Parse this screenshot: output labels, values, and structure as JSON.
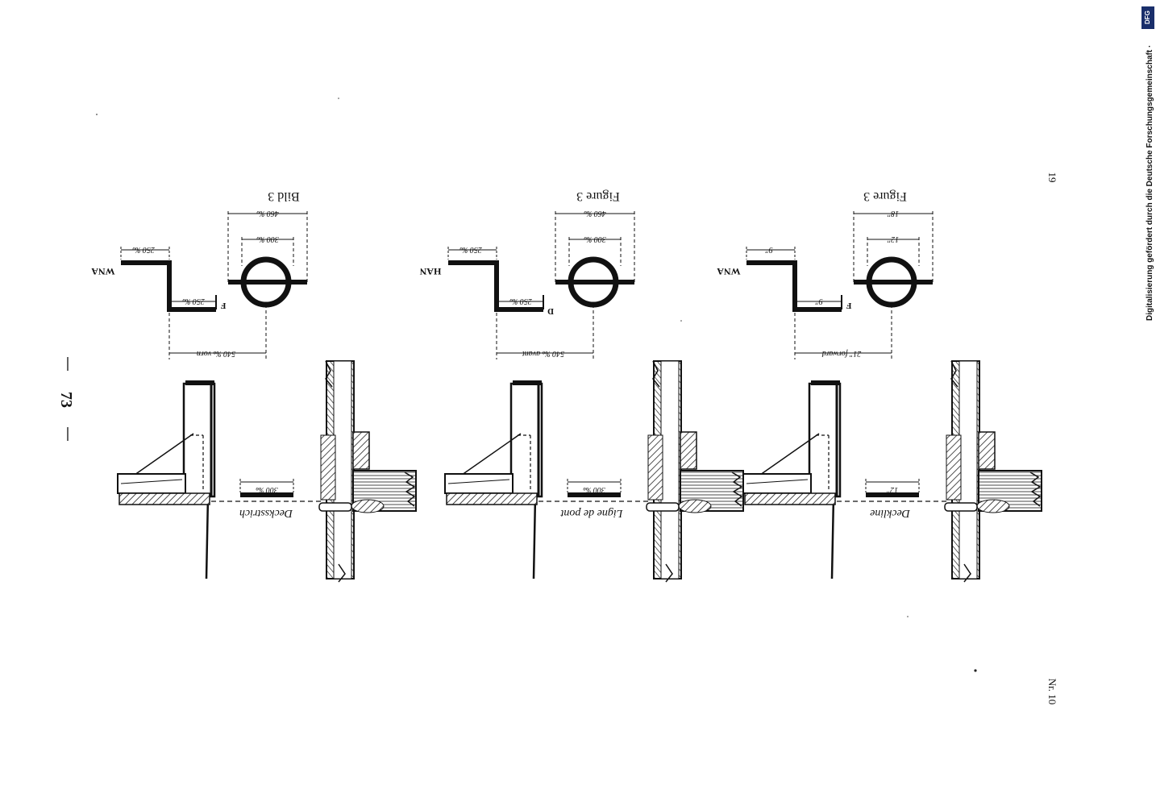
{
  "page": {
    "page_number": "73",
    "sheet_number": "19",
    "document_number": "Nr. 10"
  },
  "credit": {
    "text": "Digitalisierung gefördert durch die Deutsche Forschungsgemeinschaft ·",
    "logo_text": "DFG"
  },
  "figures": [
    {
      "caption": "Bild 3",
      "deck_line_label": "Decksstrich",
      "deck_line_width": "300 ‰",
      "ring_outer_dim": "460 ‰",
      "ring_inner_dim": "300 ‰",
      "step_top_dim": "250 ‰",
      "step_bottom_dim": "250 ‰",
      "forward_dim": "540 ‰ vorn",
      "letters_top": "WNA",
      "letter_bottom": "F"
    },
    {
      "caption": "Figure 3",
      "deck_line_label": "Ligne de pont",
      "deck_line_width": "300 ‰",
      "ring_outer_dim": "460 ‰",
      "ring_inner_dim": "300 ‰",
      "step_top_dim": "250 ‰",
      "step_bottom_dim": "250 ‰",
      "forward_dim": "540 ‰ avant",
      "letters_top": "HAN",
      "letter_bottom": "D"
    },
    {
      "caption": "Figure 3",
      "deck_line_label": "Deckline",
      "deck_line_width": "12\"",
      "ring_outer_dim": "18\"",
      "ring_inner_dim": "12\"",
      "step_top_dim": "9\"",
      "step_bottom_dim": "9\"",
      "forward_dim": "21\" forward",
      "letters_top": "WNA",
      "letter_bottom": "F"
    }
  ]
}
